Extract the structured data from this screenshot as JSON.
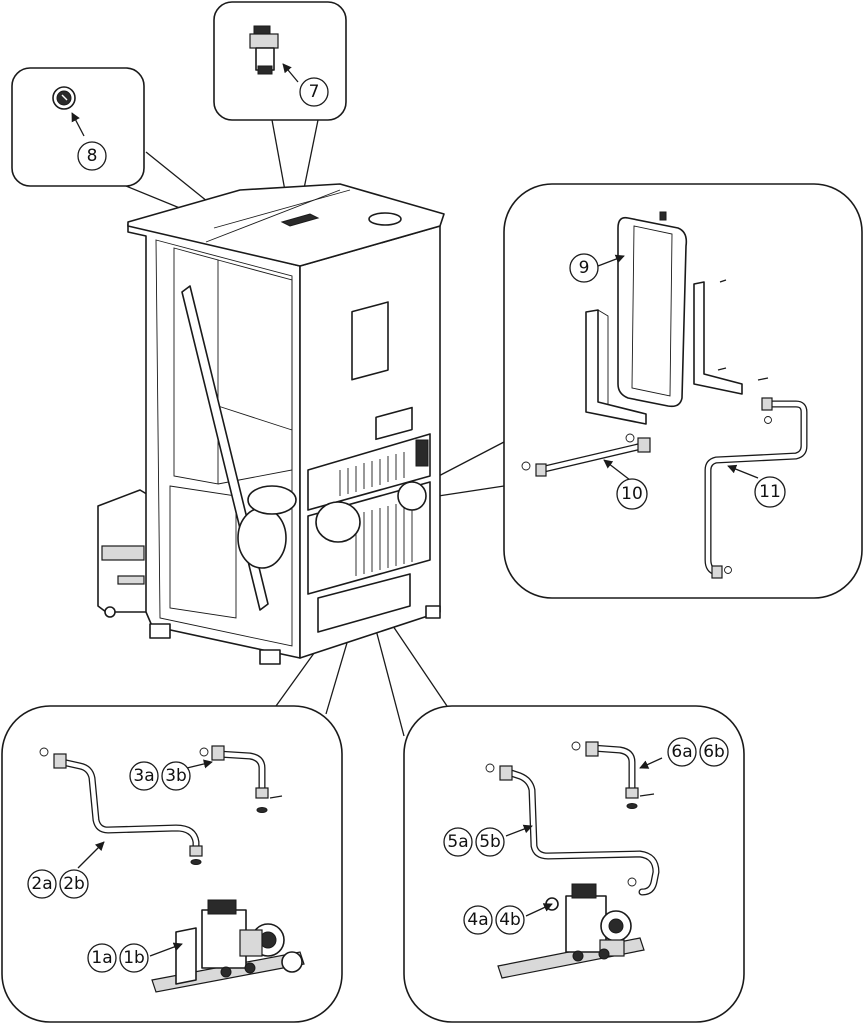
{
  "callouts": {
    "c7": "7",
    "c8": "8",
    "c9": "9",
    "c10": "10",
    "c11": "11",
    "c1a": "1a",
    "c1b": "1b",
    "c2a": "2a",
    "c2b": "2b",
    "c3a": "3a",
    "c3b": "3b",
    "c4a": "4a",
    "c4b": "4b",
    "c5a": "5a",
    "c5b": "5b",
    "c6a": "6a",
    "c6b": "6b"
  }
}
